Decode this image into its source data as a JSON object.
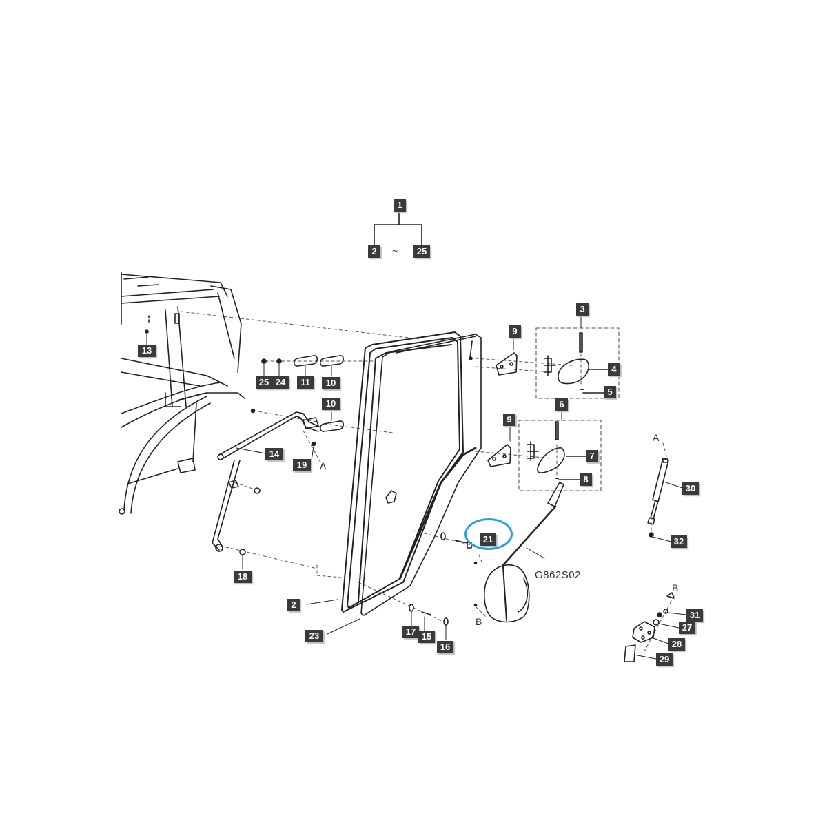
{
  "diagram": {
    "type": "exploded-parts-diagram",
    "subject": "Tractor cab door assembly",
    "assembly_header": {
      "parent": "1",
      "range_from": "2",
      "range_separator": "~",
      "range_to": "25"
    },
    "highlight": {
      "part": "21",
      "color": "#2aa0d6"
    },
    "drawing_code": "G862S02",
    "reference_letters": {
      "a1": "A",
      "a2": "A",
      "b1": "B",
      "b2": "B"
    },
    "callouts": {
      "p1": "1",
      "p2_header": "2",
      "p25_header": "25",
      "p2": "2",
      "p3": "3",
      "p4": "4",
      "p5": "5",
      "p6": "6",
      "p7": "7",
      "p8": "8",
      "p9a": "9",
      "p9b": "9",
      "p10a": "10",
      "p10b": "10",
      "p11": "11",
      "p13": "13",
      "p14": "14",
      "p15": "15",
      "p16": "16",
      "p17": "17",
      "p18": "18",
      "p19": "19",
      "p21": "21",
      "p23": "23",
      "p24": "24",
      "p25": "25",
      "p27": "27",
      "p28": "28",
      "p29": "29",
      "p30": "30",
      "p31": "31",
      "p32": "32"
    },
    "colors": {
      "callout_bg": "#3a3a3a",
      "callout_text": "#ffffff",
      "line": "#222222",
      "highlight": "#2aa0d6"
    }
  }
}
